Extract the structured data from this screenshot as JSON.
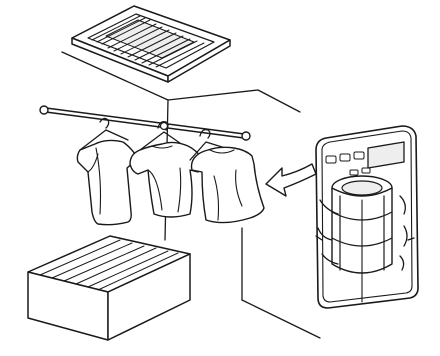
{
  "illustration": {
    "objects": [
      "ceiling-air-conditioner",
      "room-corner",
      "clothes-rail",
      "hanging-shirt-left",
      "hanging-shirt-middle",
      "hanging-shirt-right",
      "bed",
      "airflow-arrow",
      "dehumidifier"
    ],
    "colors": {
      "line": "#1a1a1a",
      "fill": "#ffffff",
      "light": "#eeeeee"
    }
  }
}
